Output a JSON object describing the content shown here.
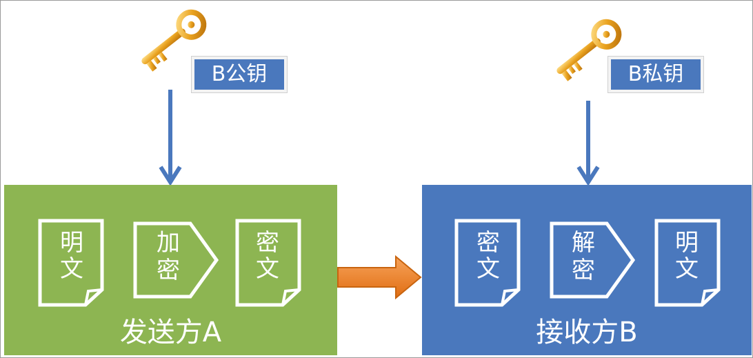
{
  "colors": {
    "green_panel": "#8db552",
    "blue_panel": "#4a78bd",
    "arrow_blue": "#4a78bd",
    "arrow_orange": "#f0822a",
    "key_gold": "#e9a21f"
  },
  "sender": {
    "key_label": "B公钥",
    "title": "发送方A",
    "steps": [
      {
        "line1": "明",
        "line2": "文"
      },
      {
        "line1": "加",
        "line2": "密"
      },
      {
        "line1": "密",
        "line2": "文"
      }
    ]
  },
  "receiver": {
    "key_label": "B私钥",
    "title": "接收方B",
    "steps": [
      {
        "line1": "密",
        "line2": "文"
      },
      {
        "line1": "解",
        "line2": "密"
      },
      {
        "line1": "明",
        "line2": "文"
      }
    ]
  },
  "icons": {
    "key_left": "key-icon",
    "key_right": "key-icon",
    "transfer": "arrow-right-icon"
  }
}
